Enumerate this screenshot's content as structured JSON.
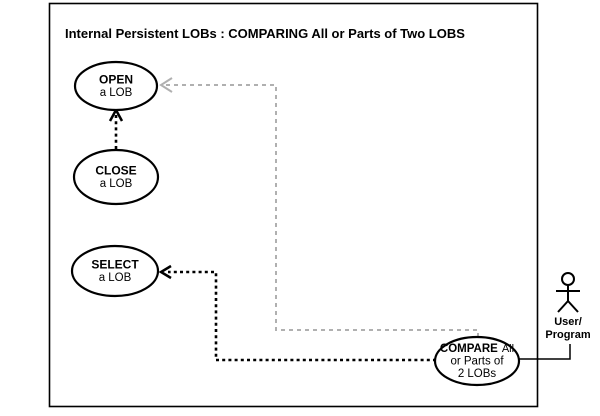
{
  "title": "Internal Persistent LOBs : COMPARING All or Parts of Two LOBS",
  "colors": {
    "line": "#000000",
    "dependency_gray": "#b0b0b0",
    "background": "#ffffff"
  },
  "use_cases": {
    "open": {
      "line1": "OPEN",
      "line2": "a LOB"
    },
    "close": {
      "line1": "CLOSE",
      "line2": "a LOB"
    },
    "select": {
      "line1": "SELECT",
      "line2": "a LOB"
    },
    "compare": {
      "line1_bold": "COMPARE",
      "line1_rest": "All",
      "line2": "or Parts of",
      "line3": "2 LOBs"
    }
  },
  "actor": {
    "line1": "User/",
    "line2": "Program"
  }
}
